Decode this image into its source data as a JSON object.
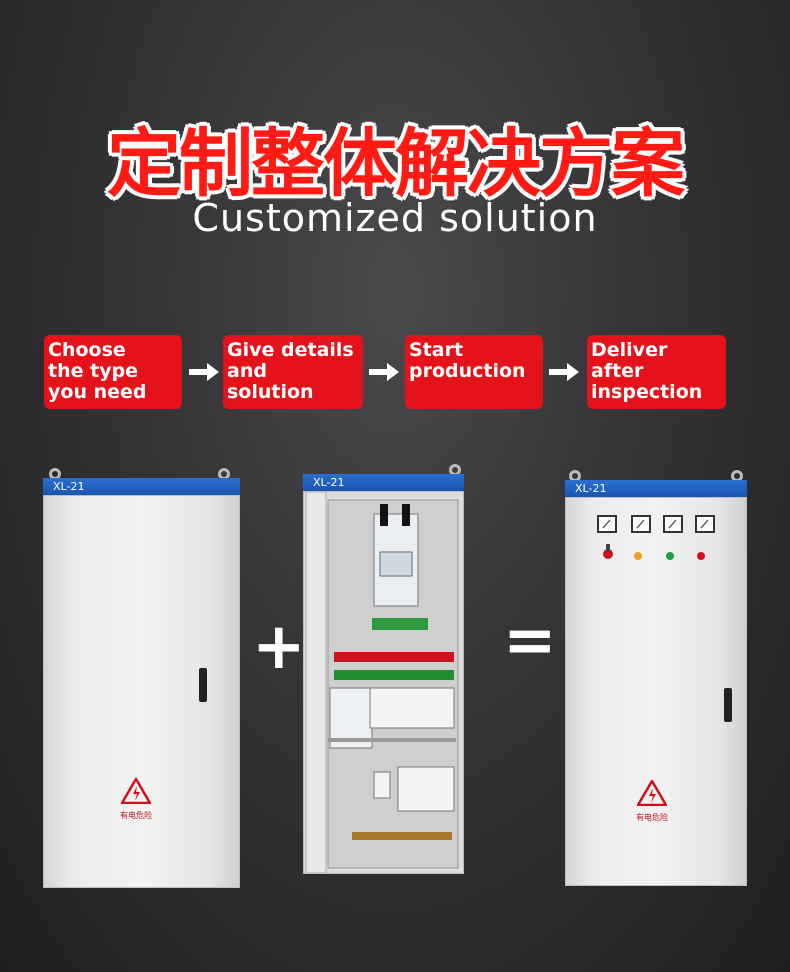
{
  "title_cn": "定制整体解决方案",
  "title_en": "Customized solution",
  "steps": [
    {
      "label": "Choose\nthe type\nyou need"
    },
    {
      "label": "Give details\nand\nsolution"
    },
    {
      "label": "Start\nproduction"
    },
    {
      "label": "Deliver\nafter\ninspection"
    }
  ],
  "cabinets": [
    {
      "model": "XL-21",
      "warning": "有电危险"
    },
    {
      "model": "XL-21"
    },
    {
      "model": "XL-21",
      "warning": "有电危险"
    }
  ],
  "operators": {
    "plus": "+",
    "equals": "="
  },
  "colors": {
    "accent": "#e4121b",
    "cabinet_top": "#1a55b0",
    "background": "#343436"
  }
}
